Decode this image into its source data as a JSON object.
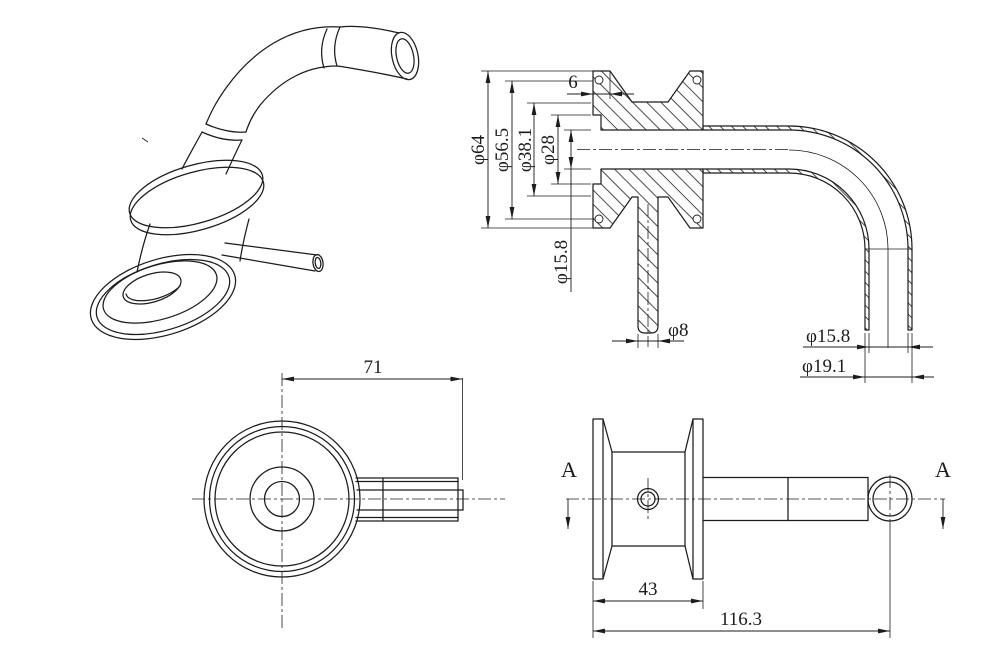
{
  "drawing": {
    "background": "#ffffff",
    "line_color": "#1c1c1c",
    "section_view": {
      "dims": {
        "d64": "φ64",
        "d56_5": "φ56.5",
        "d38_1": "φ38.1",
        "d28": "φ28",
        "d6": "6",
        "d15_8_bore": "φ15.8",
        "d8": "φ8",
        "d15_8_pipe": "φ15.8",
        "d19_1": "φ19.1"
      }
    },
    "top_view": {
      "dims": {
        "d71": "71"
      }
    },
    "side_view": {
      "dims": {
        "d43": "43",
        "d116_3": "116.3"
      },
      "section_marker_left": "A",
      "section_marker_right": "A"
    }
  }
}
